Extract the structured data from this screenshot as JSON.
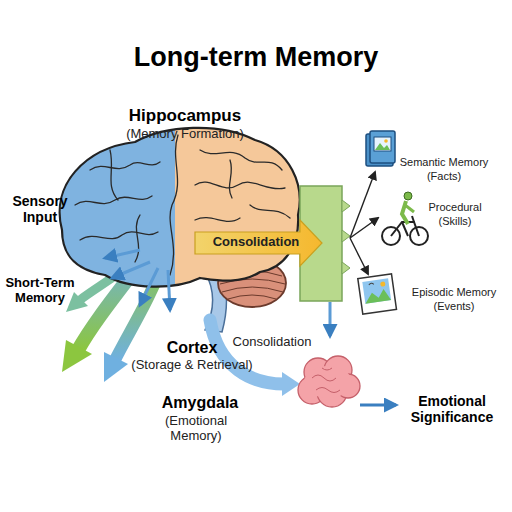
{
  "diagram": {
    "title": "Long-term Memory",
    "labels": [
      "Hippocampus",
      "(Memory Formation)",
      "Sensory Input",
      "Short-Term Memory",
      "Consolidation",
      "Semantic Memory",
      "(Facts)",
      "Procedural",
      "(Skills)",
      "Episodic Memory",
      "(Events)",
      "Consolidation",
      "Cortex",
      "(Storage & Retrieval)",
      "Amygdala",
      "(Emotional Memory)",
      "Emotional Significance"
    ]
  }
}
